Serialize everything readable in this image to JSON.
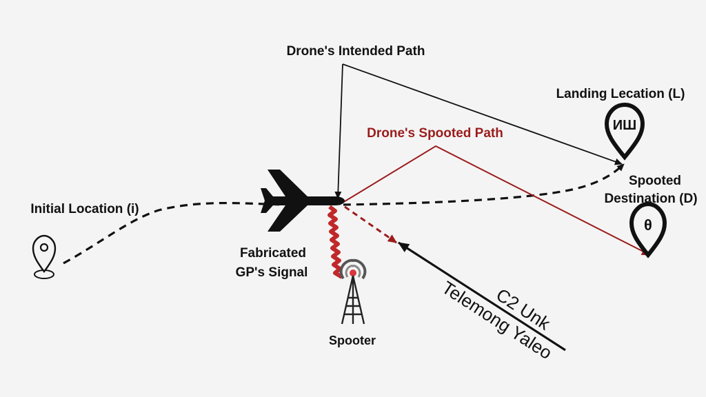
{
  "labels": {
    "intended_path": "Drone's Intended Path",
    "spoofed_path": "Drone's Spooted Path",
    "landing_location": "Landing Lecation (L)",
    "landing_glyph": "ИШ",
    "spoofed_destination_line1": "Spooted",
    "spoofed_destination_line2": "Destination (D)",
    "destination_glyph": "θ",
    "initial_location": "Initial Location (i)",
    "fabricated_line1": "Fabricated",
    "fabricated_line2": "GP's Signal",
    "spoofer": "Spooter",
    "c2_link": "C2 Unk",
    "telemetry": "Telemong Yaleo"
  },
  "colors": {
    "ink": "#111111",
    "spoof_red": "#9b1c1c",
    "signal_red": "#c0282a",
    "background": "#f4f4f4"
  }
}
